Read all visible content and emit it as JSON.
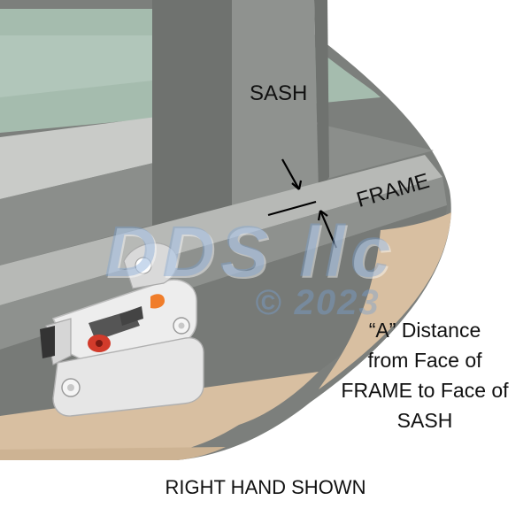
{
  "labels": {
    "sash": "SASH",
    "frame": "FRAME",
    "caption_lines": [
      "“A” Distance",
      "from Face of",
      "FRAME to Face of",
      "SASH"
    ],
    "bottom": "RIGHT HAND SHOWN"
  },
  "watermark": {
    "brand": "DDS llc",
    "copyright": "© 2023"
  },
  "colors": {
    "frame_gray": "#7c7f7c",
    "glass_green": "#9fb8a9",
    "sill_tan": "#d8bfa1",
    "latch_silver": "#e9e9e9",
    "indicator_red": "#d23b2b",
    "indicator_orange": "#f07d2a"
  }
}
